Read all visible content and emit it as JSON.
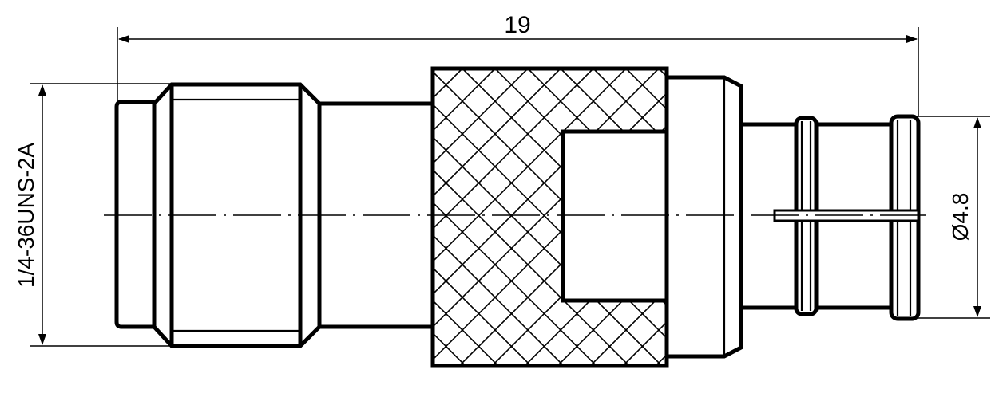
{
  "dimensions": {
    "overall_length": "19",
    "thread_spec": "1/4-36UNS-2A",
    "outer_diameter": "Ø4.8"
  },
  "colors": {
    "line": "#000000",
    "background": "#ffffff"
  },
  "knurl_pattern": "diamond-crosshatch"
}
